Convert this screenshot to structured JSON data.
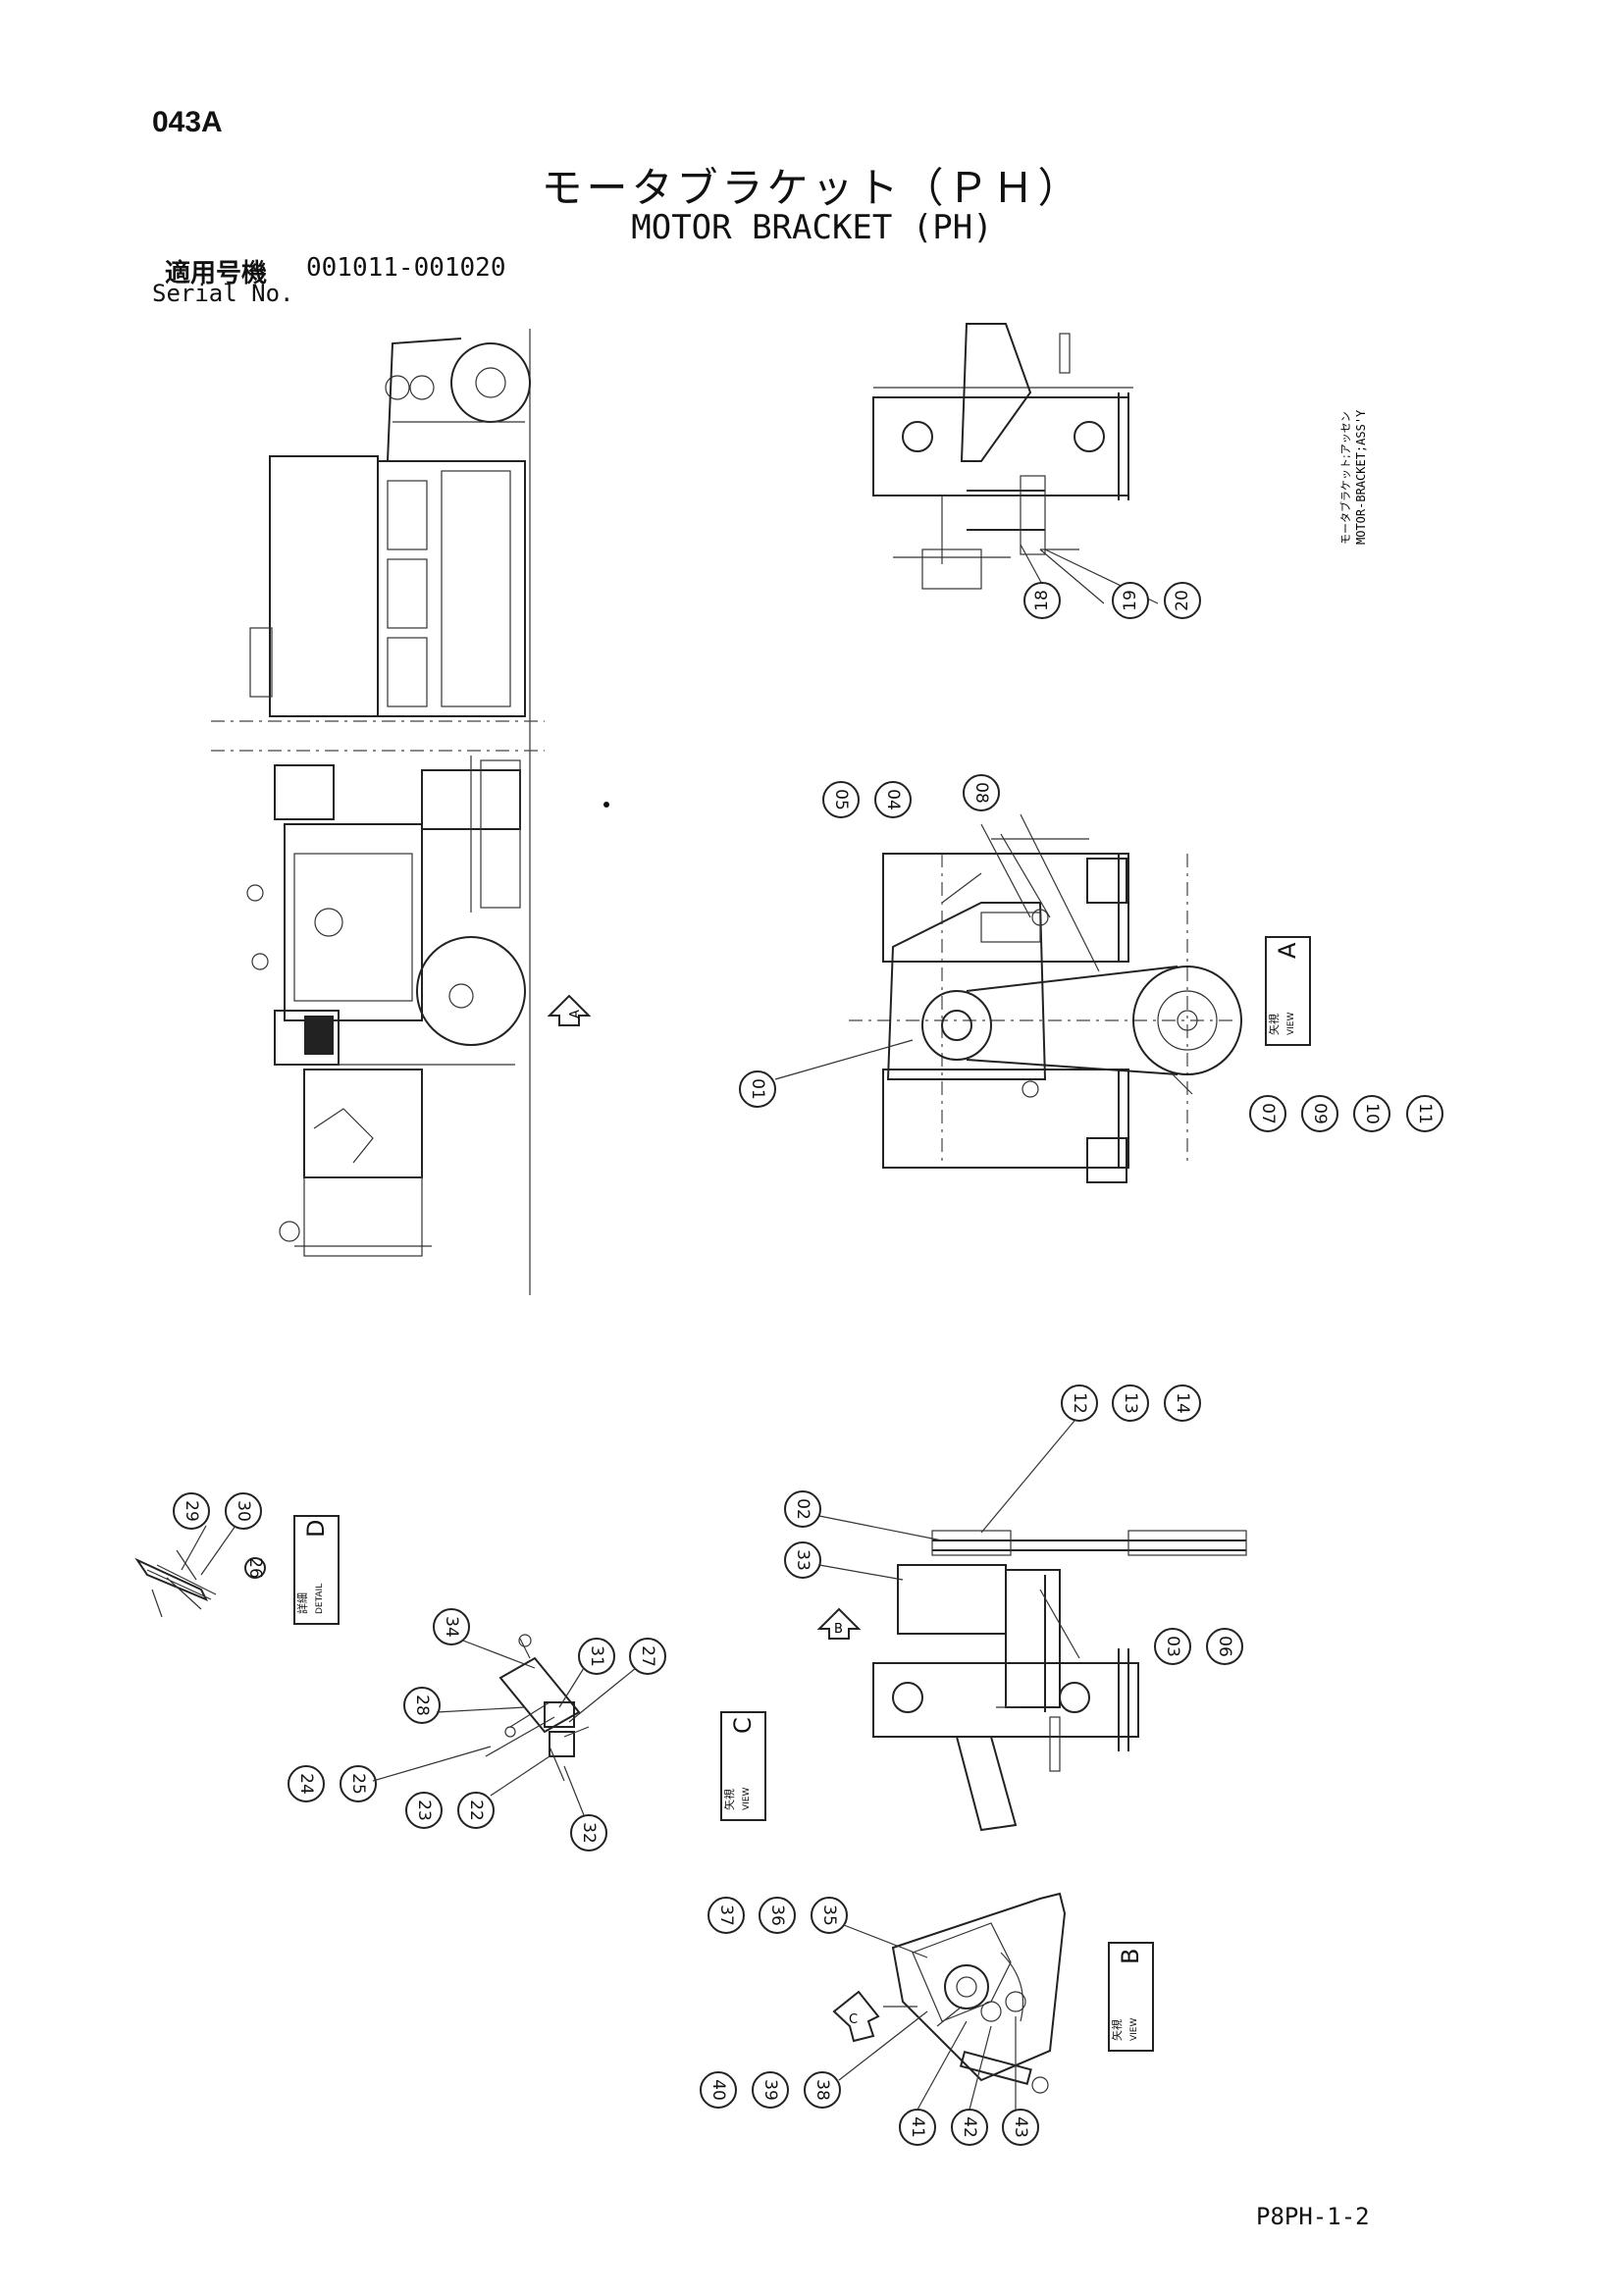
{
  "header": {
    "page_code": "043A",
    "title_jp": "モータブラケット（ＰＨ）",
    "title_en": "MOTOR BRACKET (PH)",
    "serial_label_jp": "適用号機",
    "serial_range": "001011-001020",
    "serial_label_en": "Serial No."
  },
  "side_note": {
    "jp": "モータブラケット;アッセン",
    "en": "MOTOR-BRACKET;ASS'Y"
  },
  "views": {
    "view_a": {
      "label_jp": "矢視",
      "label_en": "VIEW",
      "letter": "A"
    },
    "view_b": {
      "label_jp": "矢視",
      "label_en": "VIEW",
      "letter": "B"
    },
    "view_c": {
      "label_jp": "矢視",
      "label_en": "VIEW",
      "letter": "C"
    },
    "detail_d": {
      "label_jp": "詳細",
      "label_en": "DETAIL",
      "letter": "D"
    }
  },
  "arrow_letters": {
    "a": "A",
    "b": "B",
    "c": "C"
  },
  "callouts": [
    "18",
    "19",
    "20",
    "05",
    "04",
    "08",
    "01",
    "07",
    "09",
    "10",
    "11",
    "12",
    "13",
    "14",
    "02",
    "33",
    "03",
    "06",
    "29",
    "30",
    "26",
    "28",
    "34",
    "31",
    "27",
    "24",
    "25",
    "23",
    "22",
    "32",
    "37",
    "36",
    "35",
    "40",
    "39",
    "38",
    "41",
    "42",
    "43"
  ],
  "footer": {
    "page_ref": "P8PH-1-2"
  },
  "colors": {
    "ink": "#222222",
    "paper": "#ffffff"
  }
}
